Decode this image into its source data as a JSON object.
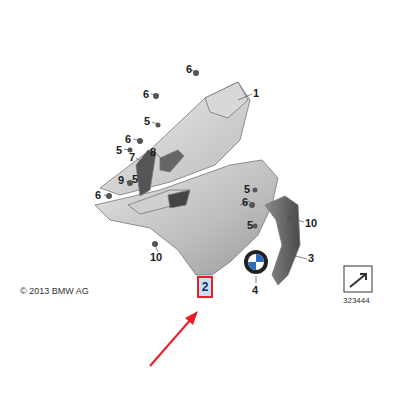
{
  "diagram": {
    "nodes": [
      {
        "text": [
          "2"
        ]
      }
    ],
    "edges": [],
    "labels": [
      "6",
      "1",
      "6",
      "5",
      "6",
      "5",
      "7",
      "8",
      "9",
      "5",
      "6",
      "5",
      "6",
      "5",
      "10",
      "10",
      "3",
      "4",
      "© 2013 BMW AG",
      "323444"
    ]
  }
}
